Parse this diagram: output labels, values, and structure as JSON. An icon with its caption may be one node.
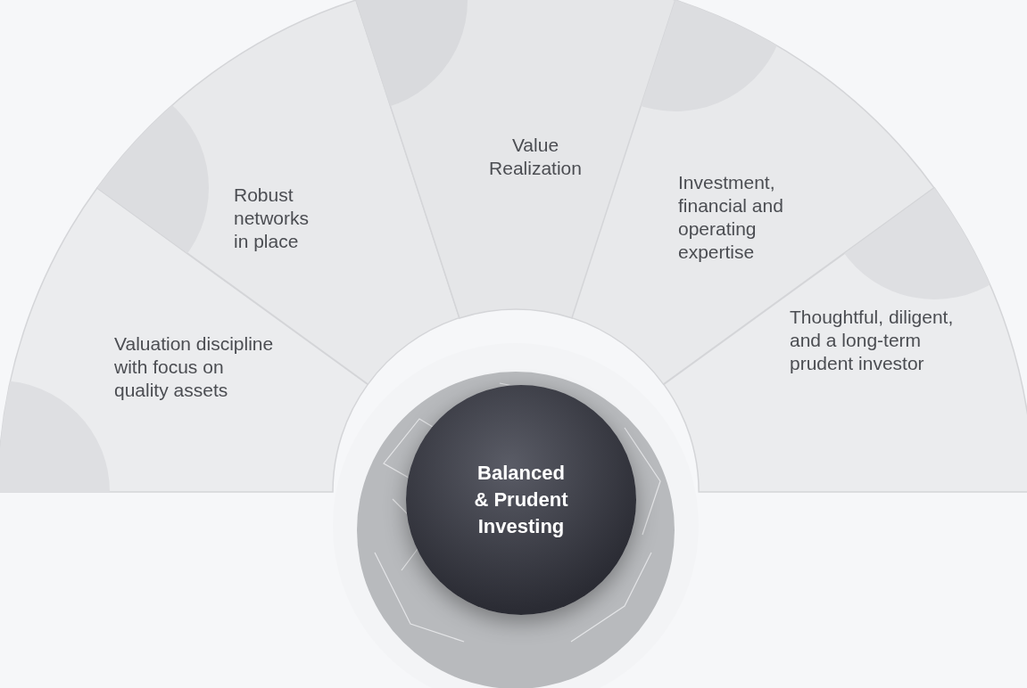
{
  "diagram": {
    "nodes": [
      {
        "text": [
          "Valuation discipline with focus on quality assets"
        ]
      },
      {
        "text": [
          "Robust networks in place"
        ]
      },
      {
        "text": [
          "Value Realization"
        ]
      },
      {
        "text": [
          "Investment, financial and operating expertise"
        ]
      },
      {
        "text": [
          "Thoughtful, diligent, and a long-term prudent investor"
        ]
      },
      {
        "text": [
          "Balanced & Prudent Investing"
        ]
      }
    ]
  }
}
